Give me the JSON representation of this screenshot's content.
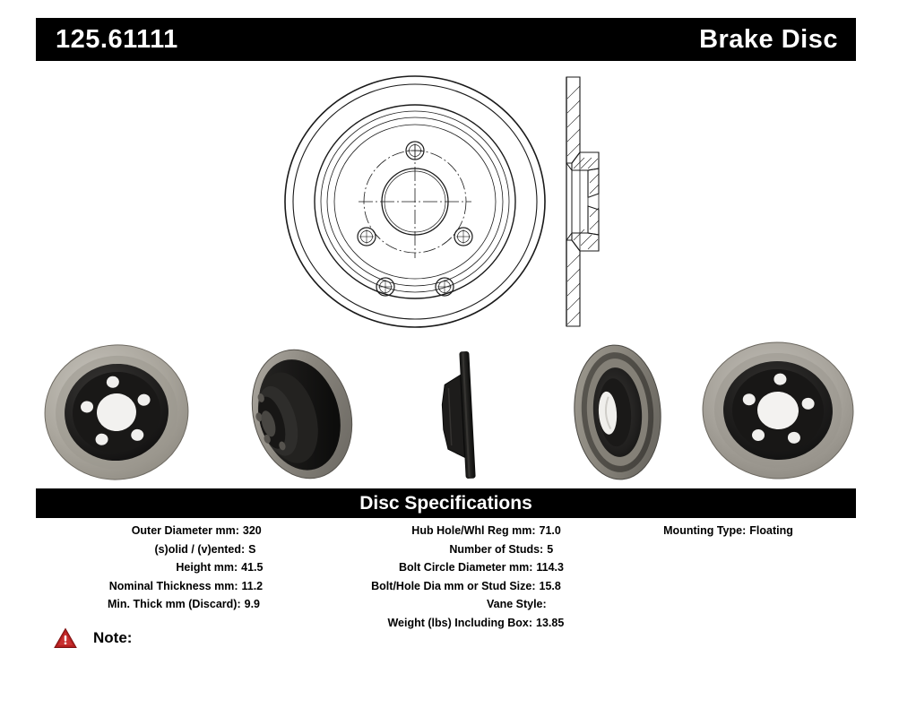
{
  "header": {
    "part_number": "125.61111",
    "product_type": "Brake Disc"
  },
  "specifications": {
    "title": "Disc Specifications",
    "columns": [
      {
        "rows": [
          {
            "label": "Outer Diameter mm:",
            "value": "320"
          },
          {
            "label": "(s)olid / (v)ented:",
            "value": "S"
          },
          {
            "label": "Height mm:",
            "value": "41.5"
          },
          {
            "label": "Nominal Thickness mm:",
            "value": "11.2"
          },
          {
            "label": "Min. Thick mm (Discard):",
            "value": "9.9"
          }
        ]
      },
      {
        "rows": [
          {
            "label": "Hub Hole/Whl Reg mm:",
            "value": "71.0"
          },
          {
            "label": "Number of Studs:",
            "value": "5"
          },
          {
            "label": "Bolt Circle Diameter mm:",
            "value": "114.3"
          },
          {
            "label": "Bolt/Hole Dia mm or Stud Size:",
            "value": "15.8"
          },
          {
            "label": "Vane Style:",
            "value": ""
          },
          {
            "label": "Weight (lbs) Including Box:",
            "value": "13.85"
          }
        ]
      },
      {
        "rows": [
          {
            "label": "Mounting Type:",
            "value": "Floating"
          }
        ]
      }
    ]
  },
  "note": {
    "icon": "warning-triangle-icon",
    "label": "Note:",
    "text": ""
  },
  "drawing": {
    "face_view_name": "disc-face-cad-view",
    "section_view_name": "disc-cross-section-cad-view",
    "stud_count": 5,
    "line_color": "#1a1a1a"
  },
  "photos": [
    {
      "name": "photo-front-angled",
      "caption": ""
    },
    {
      "name": "photo-friction-surface-angled",
      "caption": ""
    },
    {
      "name": "photo-edge-profile",
      "caption": ""
    },
    {
      "name": "photo-rear-angled",
      "caption": ""
    },
    {
      "name": "photo-rear-face",
      "caption": ""
    }
  ],
  "colors": {
    "bar_background": "#000000",
    "bar_text": "#ffffff",
    "page_background": "#ffffff",
    "warning_red": "#b41f1f",
    "cast_iron_gray": "#a8a59e",
    "hat_black": "#1c1b1a"
  }
}
